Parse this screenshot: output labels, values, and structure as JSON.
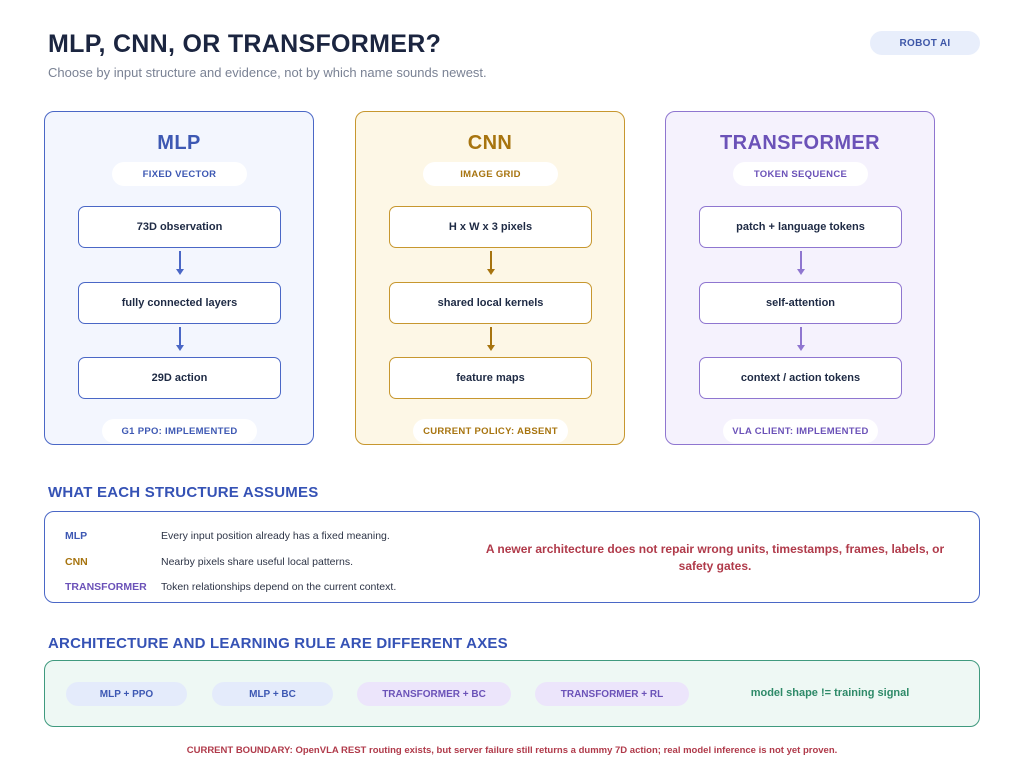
{
  "header": {
    "title": "MLP, CNN, OR TRANSFORMER?",
    "subtitle": "Choose by input structure and evidence, not by which name sounds newest.",
    "tag": "ROBOT AI"
  },
  "columns": [
    {
      "name": "MLP",
      "input_type": "FIXED VECTOR",
      "steps": [
        "73D observation",
        "fully connected layers",
        "29D action"
      ],
      "status": "G1 PPO: IMPLEMENTED"
    },
    {
      "name": "CNN",
      "input_type": "IMAGE GRID",
      "steps": [
        "H x W x 3 pixels",
        "shared local kernels",
        "feature maps"
      ],
      "status": "CURRENT POLICY: ABSENT"
    },
    {
      "name": "TRANSFORMER",
      "input_type": "TOKEN SEQUENCE",
      "steps": [
        "patch + language tokens",
        "self-attention",
        "context / action tokens"
      ],
      "status": "VLA CLIENT: IMPLEMENTED"
    }
  ],
  "assumptions": {
    "title": "WHAT EACH STRUCTURE ASSUMES",
    "rows": [
      {
        "key": "MLP",
        "text": "Every input position already has a fixed meaning."
      },
      {
        "key": "CNN",
        "text": "Nearby pixels share useful local patterns."
      },
      {
        "key": "TRANSFORMER",
        "text": "Token relationships depend on the current context."
      }
    ],
    "warning": "A newer architecture does not repair wrong units, timestamps, frames, labels, or safety gates."
  },
  "axes": {
    "title": "ARCHITECTURE AND LEARNING RULE ARE DIFFERENT AXES",
    "combos": [
      "MLP + PPO",
      "MLP + BC",
      "TRANSFORMER + BC",
      "TRANSFORMER + RL"
    ],
    "note": "model shape != training signal"
  },
  "boundary": "CURRENT BOUNDARY: OpenVLA REST routing exists, but server failure still returns a dummy 7D action; real model inference is not yet proven.",
  "colors": {
    "mlp": "#4a67c6",
    "cnn": "#c7972f",
    "transformer": "#8f76d0",
    "warning": "#b03a4a",
    "axes": "#3f9a7e"
  }
}
